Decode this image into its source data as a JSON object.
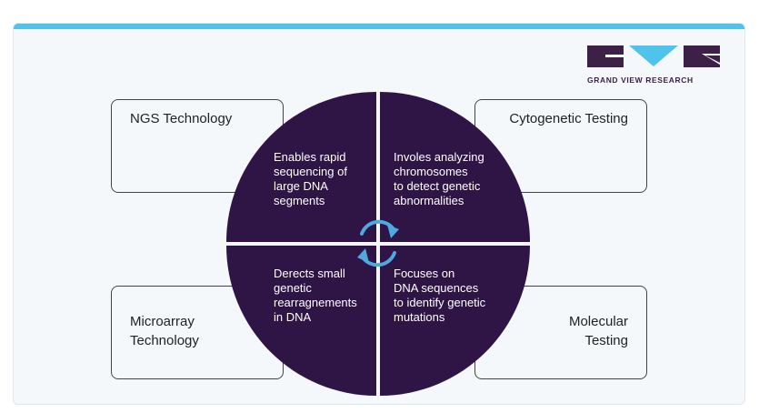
{
  "brand": {
    "name": "GRAND VIEW RESEARCH"
  },
  "colors": {
    "accent_bar": "#4fc3ea",
    "quadrant": "#2e1546",
    "cycle_arrows": "#4fa8df",
    "logo": "#3d2048"
  },
  "boxes": {
    "top_left": "NGS Technology",
    "top_right": "Cytogenetic Testing",
    "bottom_left": [
      "Microarray",
      "Technology"
    ],
    "bottom_right": [
      "Molecular",
      "Testing"
    ]
  },
  "quadrants": {
    "top_left": "Enables rapid\nsequencing of\nlarge DNA\nsegments",
    "top_right": "Involes analyzing\nchromosomes\nto detect genetic\nabnormalities",
    "bottom_left": "Derects small\ngenetic\nrearragnements\nin DNA",
    "bottom_right": "Focuses on\nDNA sequences\nto identify genetic\nmutations"
  },
  "icons": {
    "center": "cycle-arrows-icon"
  }
}
